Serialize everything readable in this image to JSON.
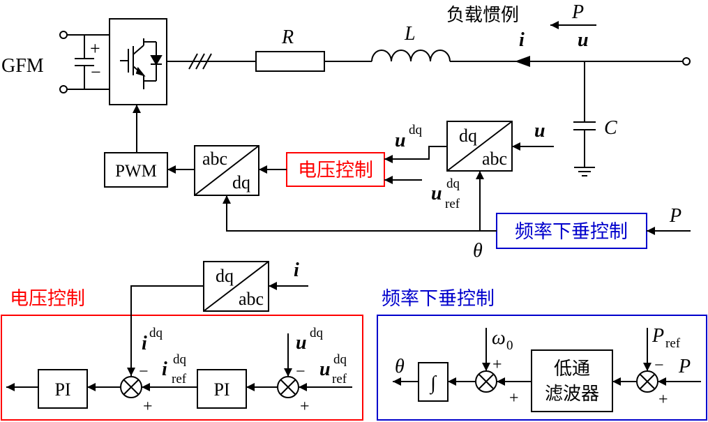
{
  "colors": {
    "voltage": "#ff0000",
    "droop": "#0000cc",
    "line": "#000000"
  },
  "top": {
    "gfm_label": "GFM",
    "dc_plus": "+",
    "dc_minus": "−",
    "r_label": "R",
    "l_label": "L",
    "c_label": "C",
    "load_label": "负载惯例",
    "p_label": "P",
    "i_label": "i",
    "u_label": "u",
    "pwm_label": "PWM",
    "abc_dq": {
      "top": "abc",
      "bottom": "dq"
    },
    "dq_abc": {
      "top": "dq",
      "bottom": "abc"
    },
    "voltage_ctrl_label": "电压控制",
    "droop_ctrl_label": "频率下垂控制",
    "u_dq_base": "u",
    "u_dq_sup": "dq",
    "u_ref_base": "u",
    "u_ref_sup": "dq",
    "u_ref_sub": "ref",
    "dq_in_u": "u",
    "droop_in_p": "P",
    "theta_label": "θ"
  },
  "voltage_detail": {
    "title": "电压控制",
    "dq_abc": {
      "top": "dq",
      "bottom": "abc"
    },
    "i_in": "i",
    "pi1": "PI",
    "pi2": "PI",
    "i_dq_base": "i",
    "i_dq_sup": "dq",
    "i_ref_base": "i",
    "i_ref_sup": "dq",
    "i_ref_sub": "ref",
    "u_dq_base": "u",
    "u_dq_sup": "dq",
    "u_ref_base": "u",
    "u_ref_sup": "dq",
    "u_ref_sub": "ref",
    "sign_plus": "+",
    "sign_minus": "−"
  },
  "droop_detail": {
    "title": "频率下垂控制",
    "theta": "θ",
    "integrator": "∫",
    "omega_base": "ω",
    "omega_sub": "0",
    "lpf_line1": "低通",
    "lpf_line2": "滤波器",
    "pref_base": "P",
    "pref_sub": "ref",
    "p_in": "P",
    "sign_plus": "+",
    "sign_minus": "−"
  }
}
